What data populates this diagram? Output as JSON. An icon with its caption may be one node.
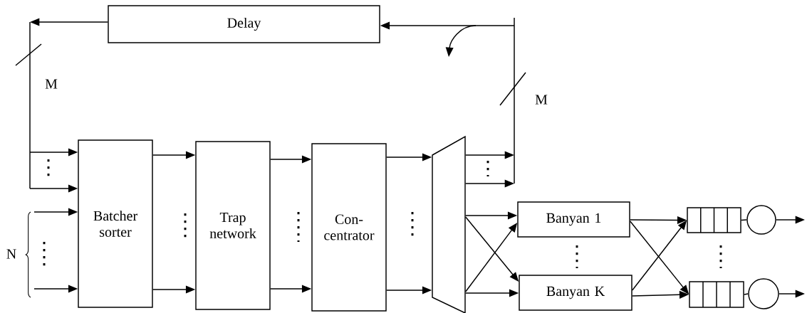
{
  "diagram": {
    "nodes": [
      {
        "text": [
          "Delay"
        ]
      },
      {
        "text": [
          "Batcher sorter"
        ]
      },
      {
        "text": [
          "Trap network"
        ]
      },
      {
        "text": [
          "Con- centrator"
        ]
      },
      {
        "text": [],
        "shape": "trapezoid"
      },
      {
        "text": [
          "Banyan 1"
        ]
      },
      {
        "text": [
          "Banyan K"
        ]
      },
      {
        "text": [],
        "shape": "queue"
      },
      {
        "text": [],
        "shape": "circle"
      },
      {
        "text": [],
        "shape": "queue"
      },
      {
        "text": [],
        "shape": "circle"
      }
    ],
    "edges": [
      {
        "from": 0,
        "to": null,
        "arrow": "to"
      },
      {
        "from": null,
        "to": 0,
        "arrow": "to"
      },
      {
        "from": null,
        "to": 1,
        "arrow": "to"
      },
      {
        "from": null,
        "to": 1,
        "arrow": "to"
      },
      {
        "from": null,
        "to": 1,
        "arrow": "to"
      },
      {
        "from": null,
        "to": 1,
        "arrow": "to"
      },
      {
        "from": 1,
        "to": 2,
        "arrow": "to"
      },
      {
        "from": 1,
        "to": 2,
        "arrow": "to"
      },
      {
        "from": 2,
        "to": 3,
        "arrow": "to"
      },
      {
        "from": 2,
        "to": 3,
        "arrow": "to"
      },
      {
        "from": 3,
        "to": 4,
        "arrow": "to"
      },
      {
        "from": 3,
        "to": 4,
        "arrow": "to"
      },
      {
        "from": 4,
        "to": null,
        "arrow": "to"
      },
      {
        "from": 4,
        "to": null,
        "arrow": "to"
      },
      {
        "from": 4,
        "to": 5,
        "arrow": "to"
      },
      {
        "from": 4,
        "to": 6,
        "arrow": "to"
      },
      {
        "from": 4,
        "to": 5,
        "arrow": "to"
      },
      {
        "from": 4,
        "to": 6,
        "arrow": "to"
      },
      {
        "from": 5,
        "to": 7,
        "arrow": "to"
      },
      {
        "from": 5,
        "to": 9,
        "arrow": "to"
      },
      {
        "from": 6,
        "to": 7,
        "arrow": "to"
      },
      {
        "from": 6,
        "to": 9,
        "arrow": "to"
      },
      {
        "from": 7,
        "to": 8,
        "arrow": "none"
      },
      {
        "from": 8,
        "to": null,
        "arrow": "to"
      },
      {
        "from": 9,
        "to": 10,
        "arrow": "none"
      },
      {
        "from": 10,
        "to": null,
        "arrow": "to"
      }
    ],
    "labels": [
      "M",
      "M",
      "N"
    ]
  }
}
